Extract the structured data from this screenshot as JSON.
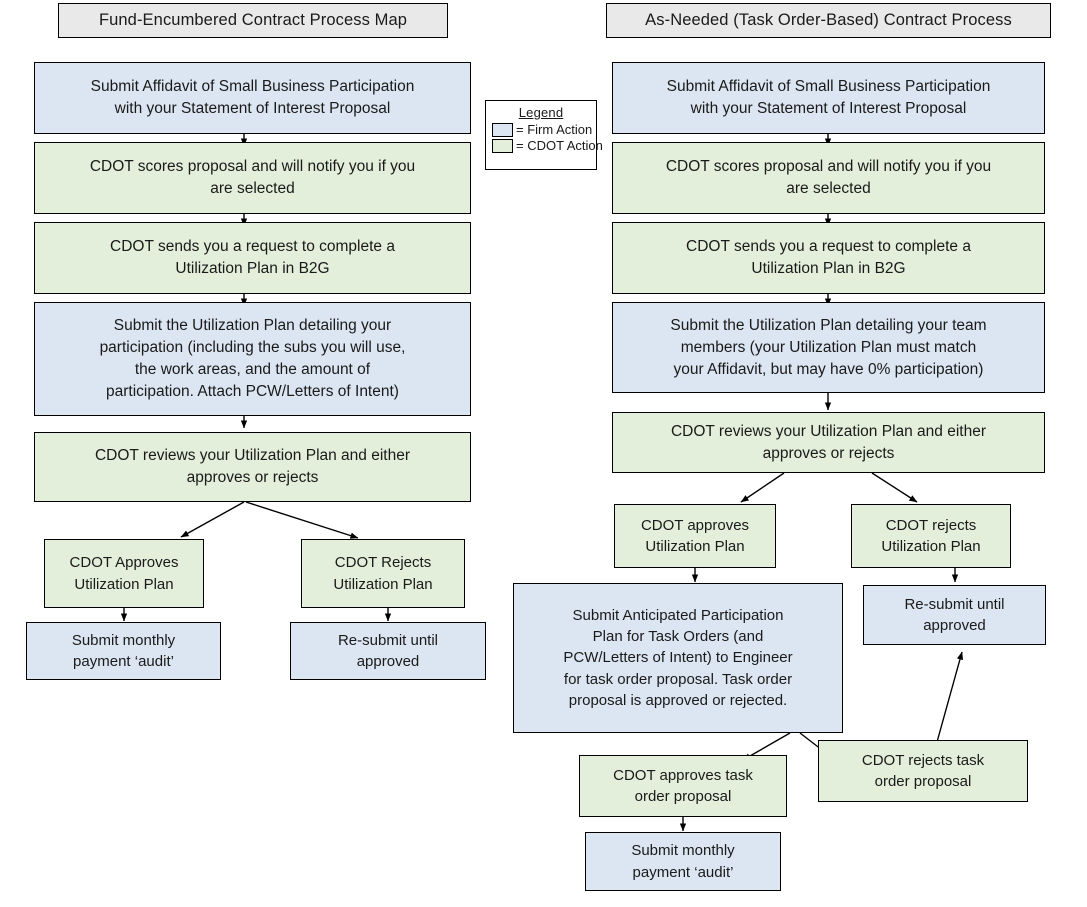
{
  "diagram": {
    "columns": [
      {
        "id": "fund-encumbered",
        "title": "Fund-Encumbered Contract Process Map",
        "nodes": [
          {
            "id": "L1",
            "actor": "firm",
            "text": "Submit Affidavit of Small Business Participation\nwith your Statement of Interest Proposal"
          },
          {
            "id": "L2",
            "actor": "cdot",
            "text": "CDOT scores proposal and will notify you if you\nare selected"
          },
          {
            "id": "L3",
            "actor": "cdot",
            "text": "CDOT sends you a request to complete a\nUtilization Plan in B2G"
          },
          {
            "id": "L4",
            "actor": "firm",
            "text": "Submit the Utilization Plan detailing your\nparticipation (including the subs you will use,\nthe work areas, and the amount of\nparticipation.  Attach PCW/Letters of Intent)"
          },
          {
            "id": "L5",
            "actor": "cdot",
            "text": "CDOT reviews your Utilization Plan and either\napproves or rejects"
          },
          {
            "id": "L6",
            "actor": "cdot",
            "text": "CDOT Approves\nUtilization Plan"
          },
          {
            "id": "L7",
            "actor": "cdot",
            "text": "CDOT Rejects\nUtilization Plan"
          },
          {
            "id": "L8",
            "actor": "firm",
            "text": "Submit monthly\npayment ‘audit’"
          },
          {
            "id": "L9",
            "actor": "firm",
            "text": "Re-submit until\napproved"
          }
        ]
      },
      {
        "id": "as-needed",
        "title": "As-Needed (Task Order-Based) Contract Process",
        "nodes": [
          {
            "id": "R1",
            "actor": "firm",
            "text": "Submit Affidavit of Small Business Participation\nwith your Statement of Interest Proposal"
          },
          {
            "id": "R2",
            "actor": "cdot",
            "text": "CDOT scores proposal and will notify you if you\nare selected"
          },
          {
            "id": "R3",
            "actor": "cdot",
            "text": "CDOT sends you a request to complete a\nUtilization Plan in B2G"
          },
          {
            "id": "R4",
            "actor": "firm",
            "text": "Submit the Utilization Plan detailing your team\nmembers (your Utilization Plan must match\nyour Affidavit, but may have 0% participation)"
          },
          {
            "id": "R5",
            "actor": "cdot",
            "text": "CDOT reviews your Utilization Plan and either\napproves or rejects"
          },
          {
            "id": "R6",
            "actor": "cdot",
            "text": "CDOT approves\nUtilization Plan"
          },
          {
            "id": "R7",
            "actor": "cdot",
            "text": "CDOT rejects\nUtilization Plan"
          },
          {
            "id": "R8",
            "actor": "firm",
            "text": "Submit Anticipated Participation\nPlan for Task Orders (and\nPCW/Letters of Intent) to Engineer\nfor task order proposal. Task order\nproposal is approved or rejected."
          },
          {
            "id": "R9",
            "actor": "firm",
            "text": "Re-submit until\napproved"
          },
          {
            "id": "R10",
            "actor": "cdot",
            "text": "CDOT approves task\norder proposal"
          },
          {
            "id": "R11",
            "actor": "cdot",
            "text": "CDOT rejects task\norder proposal"
          },
          {
            "id": "R12",
            "actor": "firm",
            "text": "Submit monthly\npayment ‘audit’"
          }
        ]
      }
    ],
    "legend": {
      "title": "Legend",
      "entries": [
        {
          "swatch": "firm",
          "label": "= Firm Action"
        },
        {
          "swatch": "cdot",
          "label": "= CDOT Action"
        }
      ]
    },
    "colors": {
      "firm_action": "#DCE6F2",
      "cdot_action": "#E3EFDA",
      "title_banner": "#E9E9E9",
      "outline": "#000000",
      "connector": "#000000"
    }
  }
}
